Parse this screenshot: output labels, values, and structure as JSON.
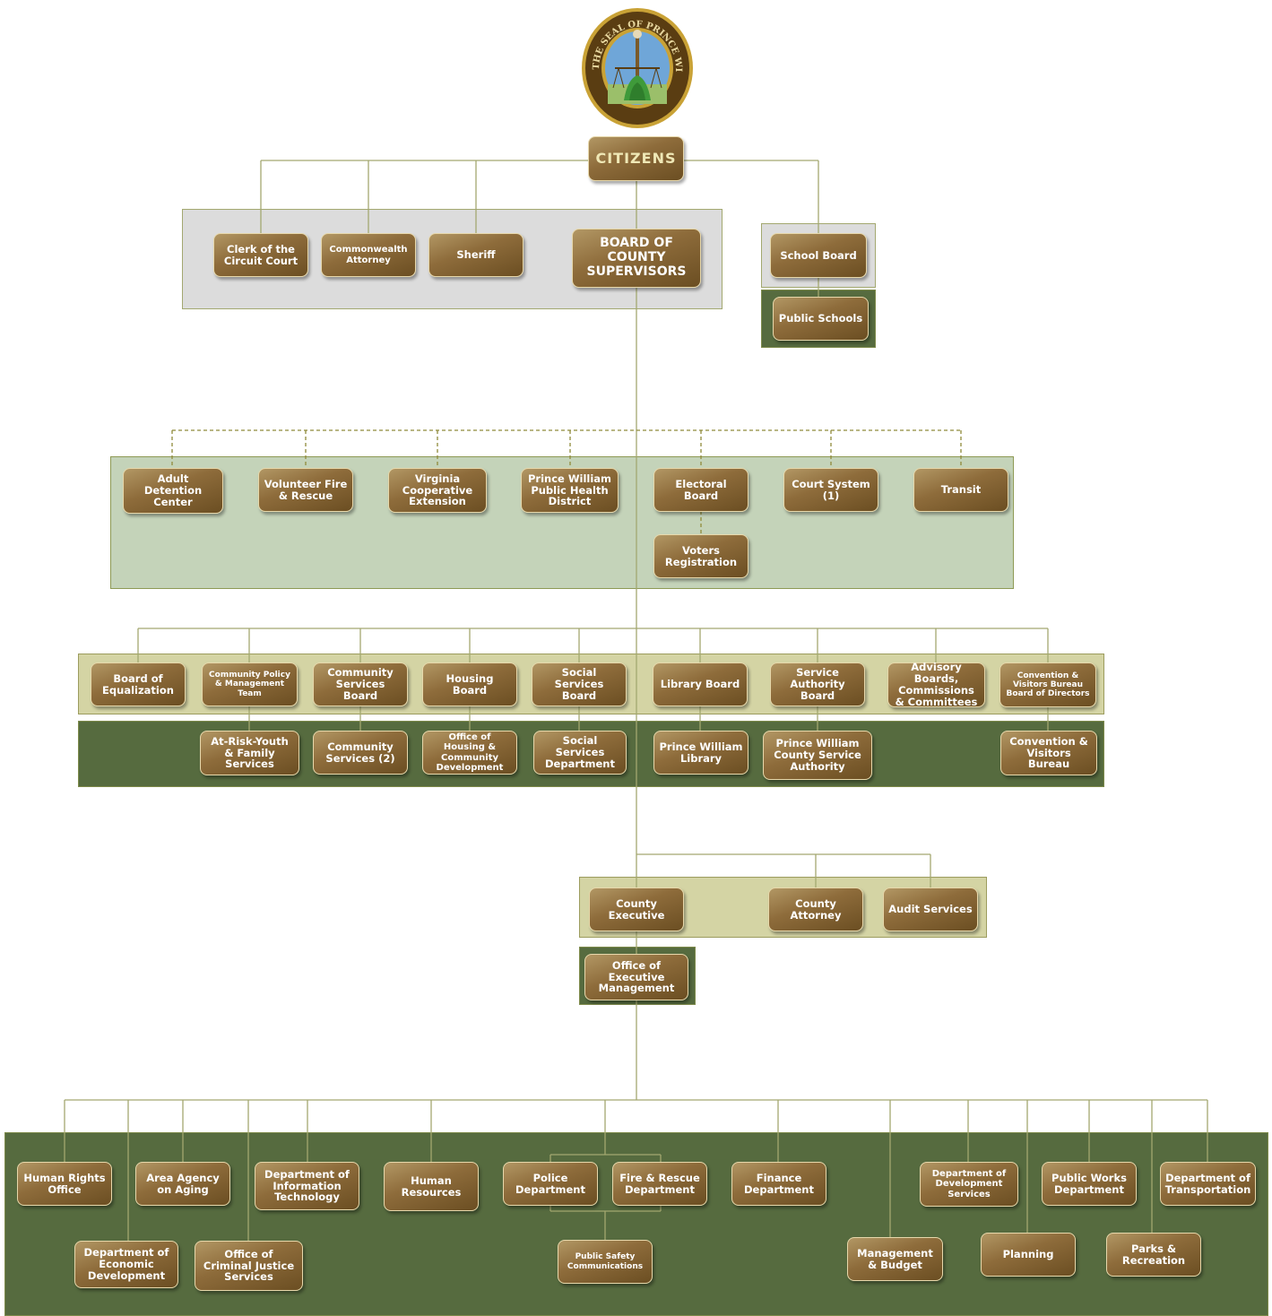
{
  "seal": {
    "text": "THE SEAL OF PRINCE WILLIAM COUNTY VA",
    "colors": {
      "ring": "#5a3d12",
      "rim": "#c9a236",
      "field": "#6fa6d8",
      "plant": "#3f9a3a"
    }
  },
  "colors": {
    "line": "#a3a870",
    "box_top": "#b29764",
    "box_bottom": "#6b4e22",
    "dark_green": "#566b3f",
    "sage": "#c4d3b9",
    "khaki": "#d4d4a4",
    "gray": "#dcdcdc"
  },
  "top": {
    "citizens": "CITIZENS",
    "clerk": "Clerk of the Circuit Court",
    "commonwealth": "Commonwealth Attorney",
    "sheriff": "Sheriff",
    "bocs": "BOARD OF COUNTY SUPERVISORS",
    "school_board": "School Board",
    "public_schools": "Public Schools"
  },
  "state_row": {
    "adult_detention": "Adult Detention Center",
    "volunteer_fire": "Volunteer Fire & Rescue",
    "va_coop": "Virginia Cooperative Extension",
    "health_district": "Prince William Public Health District",
    "electoral_board": "Electoral Board",
    "court_system": "Court System (1)",
    "transit": "Transit",
    "voters_registration": "Voters Registration"
  },
  "boards": {
    "equalization": "Board of Equalization",
    "cpmt": "Community Policy & Management Team",
    "csb": "Community Services Board",
    "housing": "Housing Board",
    "social_services": "Social Services Board",
    "library": "Library Board",
    "service_authority": "Service Authority Board",
    "advisory": "Advisory Boards, Commissions & Committees",
    "cvb_board": "Convention & Visitors Bureau Board of Directors"
  },
  "agencies": {
    "at_risk_youth": "At-Risk-Youth & Family Services",
    "community_services": "Community Services (2)",
    "office_housing": "Office of Housing & Community Development",
    "social_services_dept": "Social Services Department",
    "pw_library": "Prince William Library",
    "pwcsa": "Prince William County Service Authority",
    "cvb": "Convention & Visitors Bureau"
  },
  "executive": {
    "county_executive": "County Executive",
    "county_attorney": "County Attorney",
    "audit": "Audit Services",
    "oem": "Office of Executive Management"
  },
  "departments": {
    "human_rights": "Human Rights Office",
    "aging": "Area Agency on Aging",
    "doit": "Department of Information Technology",
    "human_resources": "Human Resources",
    "police": "Police Department",
    "fire_rescue": "Fire & Rescue Department",
    "finance": "Finance Department",
    "dev_services": "Department of Development Services",
    "public_works": "Public Works Department",
    "transportation": "Department of Transportation",
    "econ_dev": "Department of Economic Development",
    "criminal_justice": "Office of Criminal Justice Services",
    "public_safety_comms": "Public Safety Communications",
    "mgmt_budget": "Management & Budget",
    "planning": "Planning",
    "parks": "Parks & Recreation"
  }
}
